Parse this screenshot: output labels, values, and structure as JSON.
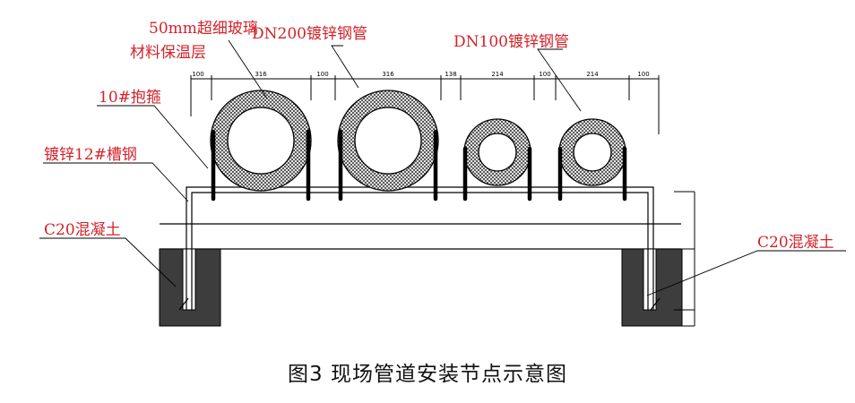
{
  "labels": {
    "insulation_line1": "50mm超细玻璃",
    "insulation_line2": "材料保温层",
    "dn200": "DN200镀锌钢管",
    "dn100": "DN100镀锌钢管",
    "clamp": "10#抱箍",
    "channel": "镀锌12#槽钢",
    "concrete_left": "C20混凝土",
    "concrete_right": "C20混凝土"
  },
  "dimensions": [
    "100",
    "316",
    "100",
    "316",
    "138",
    "214",
    "100",
    "214",
    "100"
  ],
  "caption": "图3 现场管道安装节点示意图",
  "colors": {
    "annotation": "#d2232a",
    "concrete": "#3a3a3a",
    "line": "#000000"
  }
}
